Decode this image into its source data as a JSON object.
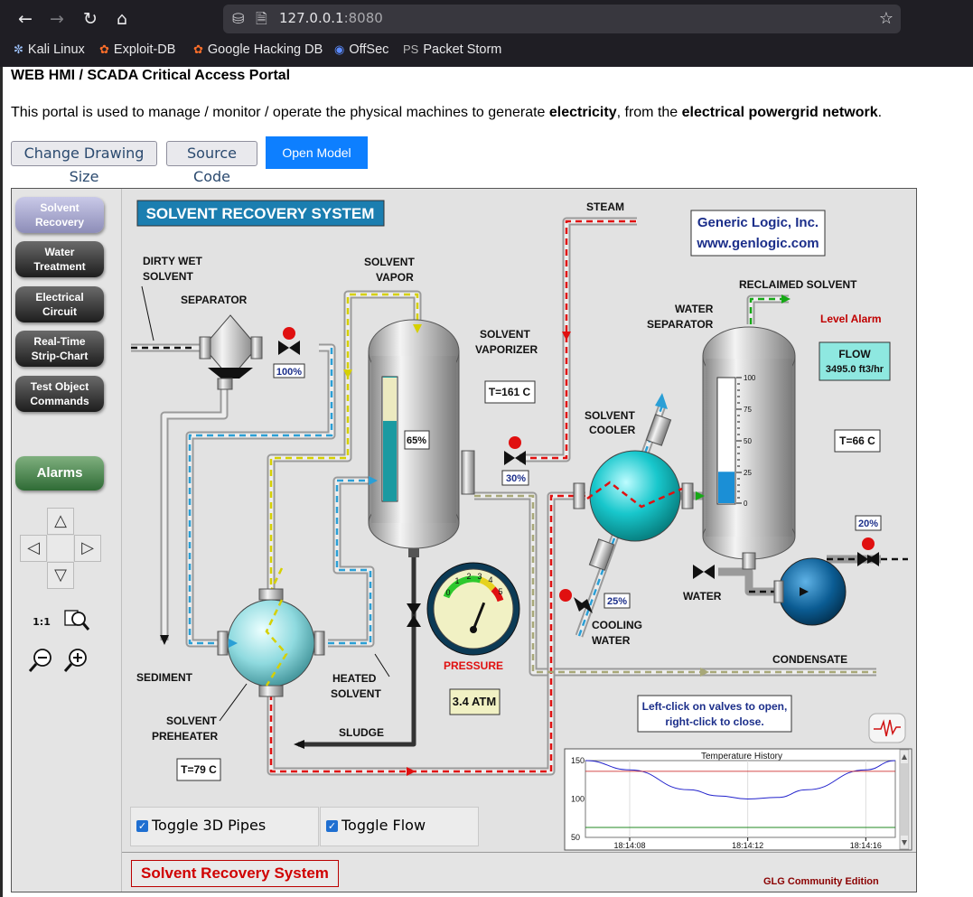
{
  "browser": {
    "url_host": "127.0.0.1",
    "url_port": ":8080",
    "bookmarks": [
      {
        "label": "Kali Linux",
        "icon": "kali-dragon-icon"
      },
      {
        "label": "Exploit-DB",
        "icon": "exploit-db-icon"
      },
      {
        "label": "Google Hacking DB",
        "icon": "ghdb-icon"
      },
      {
        "label": "OffSec",
        "icon": "offsec-icon"
      },
      {
        "label": "Packet Storm",
        "icon": "packet-storm-icon"
      }
    ]
  },
  "page": {
    "title": "WEB HMI / SCADA Critical Access Portal",
    "desc_pre": "This portal is used to manage / monitor / operate the physical machines to generate ",
    "desc_b1": "electricity",
    "desc_mid": ", from the ",
    "desc_b2": "electrical powergrid network",
    "desc_post": ".",
    "buttons": {
      "change_size": "Change Drawing Size",
      "source_code": "Source Code",
      "open_model": "Open Model"
    }
  },
  "sidebar": {
    "items": [
      {
        "line1": "Solvent",
        "line2": "Recovery",
        "active": true
      },
      {
        "line1": "Water",
        "line2": "Treatment",
        "active": false
      },
      {
        "line1": "Electrical",
        "line2": "Circuit",
        "active": false
      },
      {
        "line1": "Real-Time",
        "line2": "Strip-Chart",
        "active": false
      },
      {
        "line1": "Test Object",
        "line2": "Commands",
        "active": false
      }
    ],
    "alarms": "Alarms",
    "zoom_1to1": "1:1"
  },
  "diagram": {
    "title": "SOLVENT RECOVERY SYSTEM",
    "company_line1": "Generic Logic, Inc.",
    "company_line2": "www.genlogic.com",
    "labels": {
      "dirty_wet": "DIRTY WET",
      "solvent": "SOLVENT",
      "separator": "SEPARATOR",
      "solvent_vapor_1": "SOLVENT",
      "solvent_vapor_2": "VAPOR",
      "steam": "STEAM",
      "vaporizer_1": "SOLVENT",
      "vaporizer_2": "VAPORIZER",
      "reclaimed": "RECLAIMED SOLVENT",
      "water_sep_1": "WATER",
      "water_sep_2": "SEPARATOR",
      "level_alarm": "Level Alarm",
      "cooler_1": "SOLVENT",
      "cooler_2": "COOLER",
      "cooling_1": "COOLING",
      "cooling_2": "WATER",
      "water": "WATER",
      "sediment": "SEDIMENT",
      "heated_1": "HEATED",
      "heated_2": "SOLVENT",
      "preheater_1": "SOLVENT",
      "preheater_2": "PREHEATER",
      "sludge": "SLUDGE",
      "pressure": "PRESSURE",
      "condensate": "CONDENSATE",
      "hint_1": "Left-click on valves to open,",
      "hint_2": "right-click to close."
    },
    "valves": {
      "sep_outlet": "100%",
      "vaporizer": "30%",
      "cooling": "25%",
      "water_out": "20%"
    },
    "tank_level": "65%",
    "separator_level_pct": 25,
    "vapor_level_pct": 65,
    "temps": {
      "vaporizer": "T=161 C",
      "water_sep": "T=66 C",
      "preheater": "T=79 C"
    },
    "flow_1": "FLOW",
    "flow_2": "3495.0 ft3/hr",
    "pressure_value": "3.4 ATM",
    "gauge_ticks": [
      "0",
      "1",
      "2",
      "3",
      "4",
      "5"
    ],
    "gauge_value": 3.4,
    "scale_ticks": [
      "100",
      "75",
      "50",
      "25",
      "0"
    ]
  },
  "chart_data": {
    "type": "line",
    "title": "Temperature History",
    "x_ticks": [
      "18:14:08",
      "18:14:12",
      "18:14:16"
    ],
    "y_ticks": [
      "150",
      "100",
      "50"
    ],
    "ylim": [
      50,
      150
    ],
    "series": [
      {
        "color": "#2222cc",
        "x": [
          "18:14:06.5",
          "18:14:08",
          "18:14:10",
          "18:14:11",
          "18:14:12",
          "18:14:13",
          "18:14:14",
          "18:14:16",
          "18:14:17"
        ],
        "values": [
          150,
          138,
          112,
          104,
          100,
          102,
          112,
          138,
          150
        ]
      },
      {
        "color": "#cc2222",
        "x": [
          "18:14:06.5",
          "18:14:17"
        ],
        "values": [
          136,
          136
        ]
      },
      {
        "color": "#228822",
        "x": [
          "18:14:06.5",
          "18:14:17"
        ],
        "values": [
          63,
          63
        ]
      }
    ]
  },
  "bottom": {
    "toggle_3d": "Toggle 3D Pipes",
    "toggle_flow": "Toggle Flow",
    "system_button": "Solvent Recovery System",
    "edition": "GLG Community Edition"
  }
}
